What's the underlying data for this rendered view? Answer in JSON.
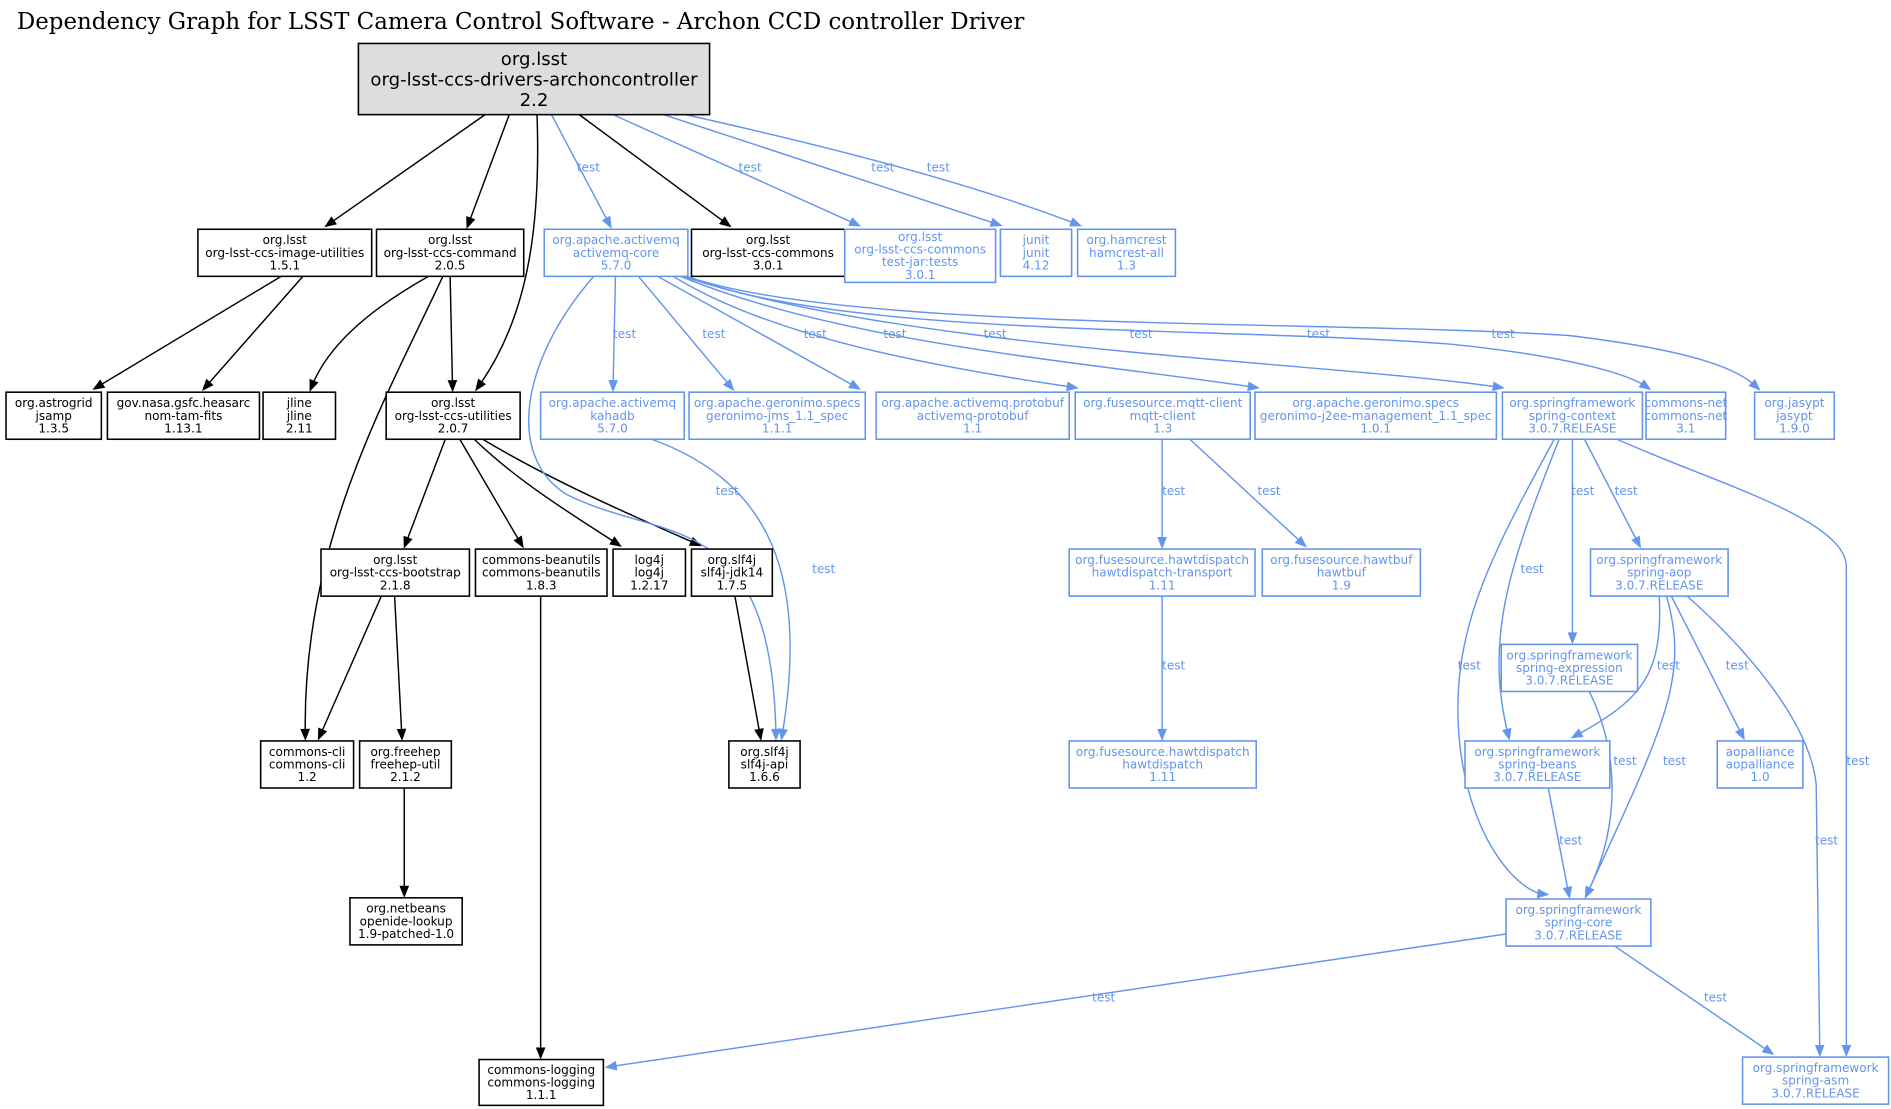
{
  "title": "Dependency Graph for LSST Camera Control Software - Archon CCD controller Driver",
  "colors": {
    "compile": "#000000",
    "test": "#6495ed",
    "root_fill": "#dddddd"
  },
  "edge_label_test": "test",
  "nodes": [
    {
      "id": "root",
      "group": "org.lsst",
      "artifact": "org-lsst-ccs-drivers-archoncontroller",
      "version": "2.2",
      "scope": "root"
    },
    {
      "id": "image-utilities",
      "group": "org.lsst",
      "artifact": "org-lsst-ccs-image-utilities",
      "version": "1.5.1",
      "scope": "compile"
    },
    {
      "id": "command",
      "group": "org.lsst",
      "artifact": "org-lsst-ccs-command",
      "version": "2.0.5",
      "scope": "compile"
    },
    {
      "id": "activemq-core",
      "group": "org.apache.activemq",
      "artifact": "activemq-core",
      "version": "5.7.0",
      "scope": "test"
    },
    {
      "id": "commons",
      "group": "org.lsst",
      "artifact": "org-lsst-ccs-commons",
      "version": "3.0.1",
      "scope": "compile"
    },
    {
      "id": "commons-tests",
      "group": "org.lsst",
      "artifact": "org-lsst-ccs-commons",
      "classifier": "test-jar:tests",
      "version": "3.0.1",
      "scope": "test"
    },
    {
      "id": "junit",
      "group": "junit",
      "artifact": "junit",
      "version": "4.12",
      "scope": "test"
    },
    {
      "id": "hamcrest",
      "group": "org.hamcrest",
      "artifact": "hamcrest-all",
      "version": "1.3",
      "scope": "test"
    },
    {
      "id": "jsamp",
      "group": "org.astrogrid",
      "artifact": "jsamp",
      "version": "1.3.5",
      "scope": "compile"
    },
    {
      "id": "nom-tam-fits",
      "group": "gov.nasa.gsfc.heasarc",
      "artifact": "nom-tam-fits",
      "version": "1.13.1",
      "scope": "compile"
    },
    {
      "id": "jline",
      "group": "jline",
      "artifact": "jline",
      "version": "2.11",
      "scope": "compile"
    },
    {
      "id": "utilities",
      "group": "org.lsst",
      "artifact": "org-lsst-ccs-utilities",
      "version": "2.0.7",
      "scope": "compile"
    },
    {
      "id": "kahadb",
      "group": "org.apache.activemq",
      "artifact": "kahadb",
      "version": "5.7.0",
      "scope": "test"
    },
    {
      "id": "geronimo-jms",
      "group": "org.apache.geronimo.specs",
      "artifact": "geronimo-jms_1.1_spec",
      "version": "1.1.1",
      "scope": "test"
    },
    {
      "id": "activemq-protobuf",
      "group": "org.apache.activemq.protobuf",
      "artifact": "activemq-protobuf",
      "version": "1.1",
      "scope": "test"
    },
    {
      "id": "mqtt-client",
      "group": "org.fusesource.mqtt-client",
      "artifact": "mqtt-client",
      "version": "1.3",
      "scope": "test"
    },
    {
      "id": "geronimo-j2ee",
      "group": "org.apache.geronimo.specs",
      "artifact": "geronimo-j2ee-management_1.1_spec",
      "version": "1.0.1",
      "scope": "test"
    },
    {
      "id": "spring-context",
      "group": "org.springframework",
      "artifact": "spring-context",
      "version": "3.0.7.RELEASE",
      "scope": "test"
    },
    {
      "id": "commons-net",
      "group": "commons-net",
      "artifact": "commons-net",
      "version": "3.1",
      "scope": "test"
    },
    {
      "id": "jasypt",
      "group": "org.jasypt",
      "artifact": "jasypt",
      "version": "1.9.0",
      "scope": "test"
    },
    {
      "id": "bootstrap",
      "group": "org.lsst",
      "artifact": "org-lsst-ccs-bootstrap",
      "version": "2.1.8",
      "scope": "compile"
    },
    {
      "id": "commons-beanutils",
      "group": "commons-beanutils",
      "artifact": "commons-beanutils",
      "version": "1.8.3",
      "scope": "compile"
    },
    {
      "id": "log4j",
      "group": "log4j",
      "artifact": "log4j",
      "version": "1.2.17",
      "scope": "compile"
    },
    {
      "id": "slf4j-jdk14",
      "group": "org.slf4j",
      "artifact": "slf4j-jdk14",
      "version": "1.7.5",
      "scope": "compile"
    },
    {
      "id": "hawtdispatch-transport",
      "group": "org.fusesource.hawtdispatch",
      "artifact": "hawtdispatch-transport",
      "version": "1.11",
      "scope": "test"
    },
    {
      "id": "hawtbuf",
      "group": "org.fusesource.hawtbuf",
      "artifact": "hawtbuf",
      "version": "1.9",
      "scope": "test"
    },
    {
      "id": "spring-aop",
      "group": "org.springframework",
      "artifact": "spring-aop",
      "version": "3.0.7.RELEASE",
      "scope": "test"
    },
    {
      "id": "spring-expression",
      "group": "org.springframework",
      "artifact": "spring-expression",
      "version": "3.0.7.RELEASE",
      "scope": "test"
    },
    {
      "id": "commons-cli",
      "group": "commons-cli",
      "artifact": "commons-cli",
      "version": "1.2",
      "scope": "compile"
    },
    {
      "id": "freehep-util",
      "group": "org.freehep",
      "artifact": "freehep-util",
      "version": "2.1.2",
      "scope": "compile"
    },
    {
      "id": "slf4j-api",
      "group": "org.slf4j",
      "artifact": "slf4j-api",
      "version": "1.6.6",
      "scope": "compile"
    },
    {
      "id": "hawtdispatch",
      "group": "org.fusesource.hawtdispatch",
      "artifact": "hawtdispatch",
      "version": "1.11",
      "scope": "test"
    },
    {
      "id": "spring-beans",
      "group": "org.springframework",
      "artifact": "spring-beans",
      "version": "3.0.7.RELEASE",
      "scope": "test"
    },
    {
      "id": "aopalliance",
      "group": "aopalliance",
      "artifact": "aopalliance",
      "version": "1.0",
      "scope": "test"
    },
    {
      "id": "openide-lookup",
      "group": "org.netbeans",
      "artifact": "openide-lookup",
      "version": "1.9-patched-1.0",
      "scope": "compile"
    },
    {
      "id": "spring-core",
      "group": "org.springframework",
      "artifact": "spring-core",
      "version": "3.0.7.RELEASE",
      "scope": "test"
    },
    {
      "id": "commons-logging",
      "group": "commons-logging",
      "artifact": "commons-logging",
      "version": "1.1.1",
      "scope": "compile"
    },
    {
      "id": "spring-asm",
      "group": "org.springframework",
      "artifact": "spring-asm",
      "version": "3.0.7.RELEASE",
      "scope": "test"
    }
  ],
  "edges": [
    {
      "from": "root",
      "to": "image-utilities",
      "scope": "compile"
    },
    {
      "from": "root",
      "to": "command",
      "scope": "compile"
    },
    {
      "from": "root",
      "to": "utilities",
      "scope": "compile"
    },
    {
      "from": "root",
      "to": "activemq-core",
      "scope": "test",
      "label": "test"
    },
    {
      "from": "root",
      "to": "commons",
      "scope": "compile"
    },
    {
      "from": "root",
      "to": "commons-tests",
      "scope": "test",
      "label": "test"
    },
    {
      "from": "root",
      "to": "junit",
      "scope": "test",
      "label": "test"
    },
    {
      "from": "root",
      "to": "hamcrest",
      "scope": "test",
      "label": "test"
    },
    {
      "from": "image-utilities",
      "to": "jsamp",
      "scope": "compile"
    },
    {
      "from": "image-utilities",
      "to": "nom-tam-fits",
      "scope": "compile"
    },
    {
      "from": "command",
      "to": "jline",
      "scope": "compile"
    },
    {
      "from": "command",
      "to": "utilities",
      "scope": "compile"
    },
    {
      "from": "command",
      "to": "commons-cli",
      "scope": "compile"
    },
    {
      "from": "utilities",
      "to": "bootstrap",
      "scope": "compile"
    },
    {
      "from": "utilities",
      "to": "commons-beanutils",
      "scope": "compile"
    },
    {
      "from": "utilities",
      "to": "log4j",
      "scope": "compile"
    },
    {
      "from": "utilities",
      "to": "slf4j-jdk14",
      "scope": "compile"
    },
    {
      "from": "bootstrap",
      "to": "commons-cli",
      "scope": "compile"
    },
    {
      "from": "bootstrap",
      "to": "freehep-util",
      "scope": "compile"
    },
    {
      "from": "freehep-util",
      "to": "openide-lookup",
      "scope": "compile"
    },
    {
      "from": "commons-beanutils",
      "to": "commons-logging",
      "scope": "compile"
    },
    {
      "from": "slf4j-jdk14",
      "to": "slf4j-api",
      "scope": "compile"
    },
    {
      "from": "activemq-core",
      "to": "kahadb",
      "scope": "test",
      "label": "test"
    },
    {
      "from": "activemq-core",
      "to": "geronimo-jms",
      "scope": "test",
      "label": "test"
    },
    {
      "from": "activemq-core",
      "to": "activemq-protobuf",
      "scope": "test",
      "label": "test"
    },
    {
      "from": "activemq-core",
      "to": "mqtt-client",
      "scope": "test",
      "label": "test"
    },
    {
      "from": "activemq-core",
      "to": "geronimo-j2ee",
      "scope": "test",
      "label": "test"
    },
    {
      "from": "activemq-core",
      "to": "spring-context",
      "scope": "test",
      "label": "test"
    },
    {
      "from": "activemq-core",
      "to": "commons-net",
      "scope": "test",
      "label": "test"
    },
    {
      "from": "activemq-core",
      "to": "jasypt",
      "scope": "test",
      "label": "test"
    },
    {
      "from": "activemq-core",
      "to": "slf4j-api",
      "scope": "test",
      "label": "test"
    },
    {
      "from": "kahadb",
      "to": "slf4j-api",
      "scope": "test",
      "label": "test"
    },
    {
      "from": "mqtt-client",
      "to": "hawtdispatch-transport",
      "scope": "test",
      "label": "test"
    },
    {
      "from": "mqtt-client",
      "to": "hawtbuf",
      "scope": "test",
      "label": "test"
    },
    {
      "from": "hawtdispatch-transport",
      "to": "hawtdispatch",
      "scope": "test",
      "label": "test"
    },
    {
      "from": "spring-context",
      "to": "spring-aop",
      "scope": "test",
      "label": "test"
    },
    {
      "from": "spring-context",
      "to": "spring-expression",
      "scope": "test",
      "label": "test"
    },
    {
      "from": "spring-context",
      "to": "spring-beans",
      "scope": "test",
      "label": "test"
    },
    {
      "from": "spring-context",
      "to": "spring-core",
      "scope": "test",
      "label": "test"
    },
    {
      "from": "spring-context",
      "to": "spring-asm",
      "scope": "test",
      "label": "test"
    },
    {
      "from": "spring-aop",
      "to": "spring-beans",
      "scope": "test",
      "label": "test"
    },
    {
      "from": "spring-aop",
      "to": "spring-core",
      "scope": "test",
      "label": "test"
    },
    {
      "from": "spring-aop",
      "to": "aopalliance",
      "scope": "test",
      "label": "test"
    },
    {
      "from": "spring-aop",
      "to": "spring-asm",
      "scope": "test",
      "label": "test"
    },
    {
      "from": "spring-expression",
      "to": "spring-core",
      "scope": "test",
      "label": "test"
    },
    {
      "from": "spring-beans",
      "to": "spring-core",
      "scope": "test",
      "label": "test"
    },
    {
      "from": "spring-core",
      "to": "commons-logging",
      "scope": "test",
      "label": "test"
    },
    {
      "from": "spring-core",
      "to": "spring-asm",
      "scope": "test",
      "label": "test"
    }
  ]
}
